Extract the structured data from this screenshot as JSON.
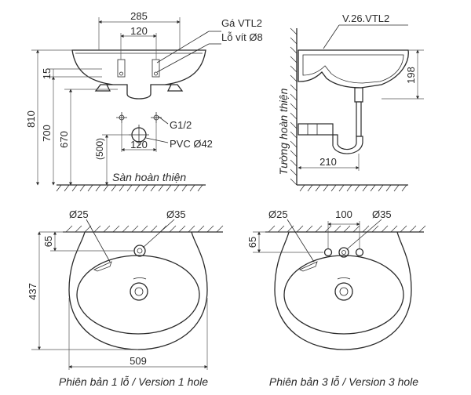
{
  "front_view": {
    "width_285": "285",
    "spacing_120_top": "120",
    "dim_15": "15",
    "height_810": "810",
    "height_700": "700",
    "height_670": "670",
    "height_500": "(500)",
    "spacing_120_bottom": "120",
    "label_bracket": "Gá VTL2",
    "label_screw": "Lỗ vít Ø8",
    "label_supply": "G1/2",
    "label_drain": "PVC Ø42",
    "label_floor": "Sàn hoàn thiện"
  },
  "side_view": {
    "label_trap": "V.26.VTL2",
    "dim_198": "198",
    "dim_210": "210",
    "label_wall": "Tường hoàn thiện"
  },
  "top_view_1": {
    "dia_25": "Ø25",
    "dia_35": "Ø35",
    "dim_65": "65",
    "dim_437": "437",
    "dim_509": "509",
    "caption": "Phiên bản 1 lỗ / Version 1 hole"
  },
  "top_view_3": {
    "dia_25": "Ø25",
    "spacing_100": "100",
    "dia_35": "Ø35",
    "dim_65": "65",
    "caption": "Phiên bản 3 lỗ / Version 3 hole"
  }
}
